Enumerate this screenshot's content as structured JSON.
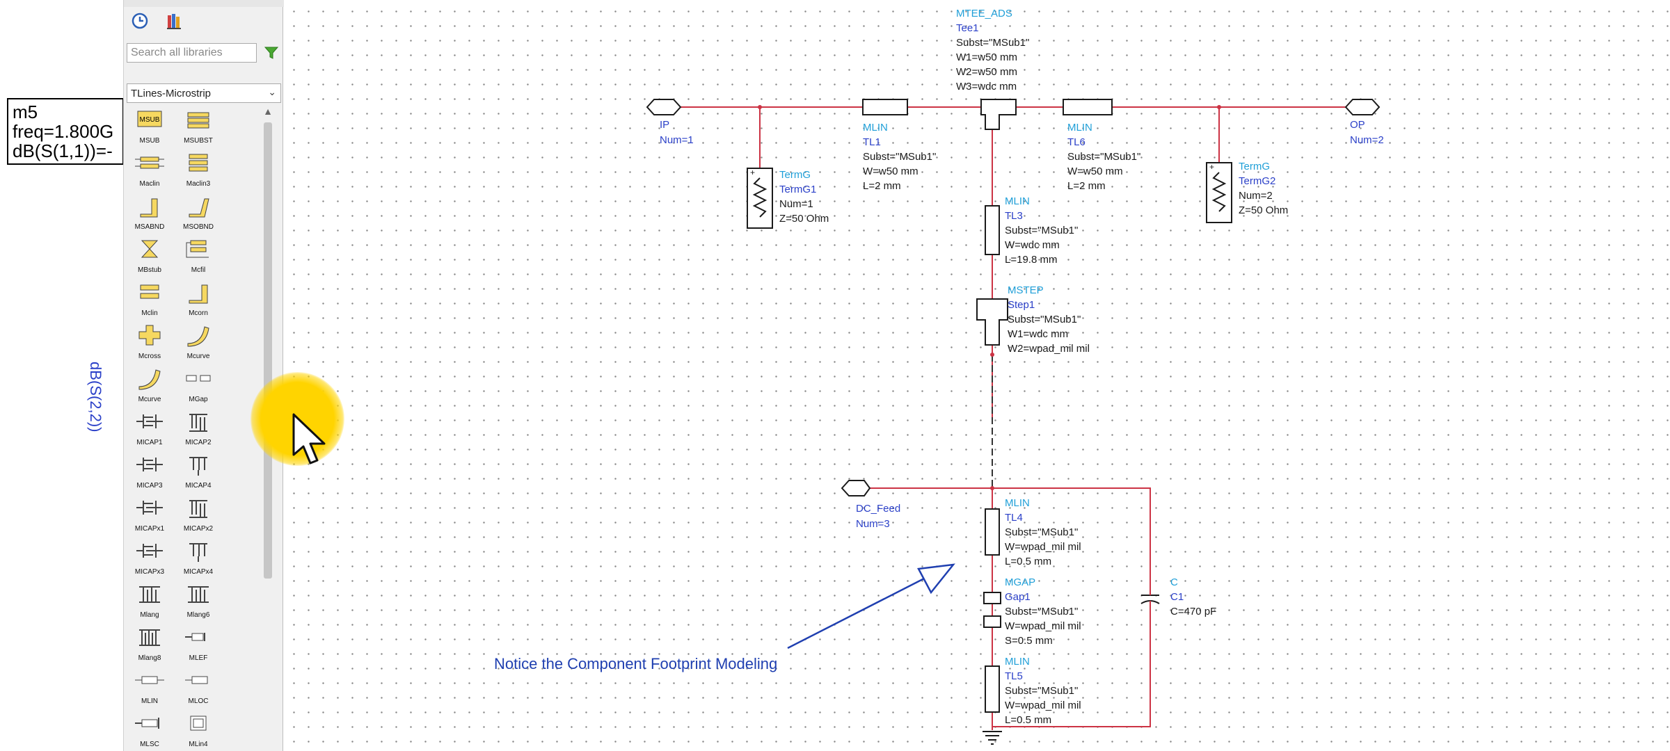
{
  "marker": {
    "lines": [
      "m5",
      "freq=1.800G",
      "dB(S(1,1))=-"
    ]
  },
  "plot": {
    "ylabel": "dB(S(2,2))"
  },
  "palette": {
    "search_placeholder": "Search all libraries",
    "library": "TLines-Microstrip",
    "items": [
      "MSUB",
      "MSUBST",
      "Maclin",
      "Maclin3",
      "MSABND",
      "MSOBND",
      "MBstub",
      "Mcfil",
      "Mclin",
      "Mcorn",
      "Mcross",
      "Mcurve",
      "Mcurve",
      "MGap",
      "MICAP1",
      "MICAP2",
      "MICAP3",
      "MICAP4",
      "MICAPx1",
      "MICAPx2",
      "MICAPx3",
      "MICAPx4",
      "Mlang",
      "Mlang6",
      "Mlang8",
      "MLEF",
      "MLIN",
      "MLOC",
      "MLSC",
      "MLin4"
    ]
  },
  "schematic": {
    "tee": {
      "type": "MTEE_ADS",
      "inst": "Tee1",
      "subst": "Subst=\"MSub1\"",
      "w1": "W1=w50 mm",
      "w2": "W2=w50 mm",
      "w3": "W3=wdc mm"
    },
    "ip": {
      "name": "IP",
      "num": "Num=1"
    },
    "op": {
      "name": "OP",
      "num": "Num=2"
    },
    "tl1": {
      "type": "MLIN",
      "inst": "TL1",
      "subst": "Subst=\"MSub1\"",
      "w": "W=w50 mm",
      "l": "L=2 mm"
    },
    "tl6": {
      "type": "MLIN",
      "inst": "TL6",
      "subst": "Subst=\"MSub1\"",
      "w": "W=w50 mm",
      "l": "L=2 mm"
    },
    "termg1": {
      "type": "TermG",
      "inst": "TermG1",
      "num": "Num=1",
      "z": "Z=50 Ohm"
    },
    "termg2": {
      "type": "TermG",
      "inst": "TermG2",
      "num": "Num=2",
      "z": "Z=50 Ohm"
    },
    "tl3": {
      "type": "MLIN",
      "inst": "TL3",
      "subst": "Subst=\"MSub1\"",
      "w": "W=wdc mm",
      "l": "L=19.8 mm"
    },
    "step": {
      "type": "MSTEP",
      "inst": "Step1",
      "subst": "Subst=\"MSub1\"",
      "w1": "W1=wdc mm",
      "w2": "W2=wpad_mil mil"
    },
    "dcfeed": {
      "name": "DC_Feed",
      "num": "Num=3"
    },
    "tl4": {
      "type": "MLIN",
      "inst": "TL4",
      "subst": "Subst=\"MSub1\"",
      "w": "W=wpad_mil mil",
      "l": "L=0.5 mm"
    },
    "gap": {
      "type": "MGAP",
      "inst": "Gap1",
      "subst": "Subst=\"MSub1\"",
      "w": "W=wpad_mil mil",
      "s": "S=0.5 mm"
    },
    "cap": {
      "type": "C",
      "inst": "C1",
      "c": "C=470 pF"
    },
    "tl5": {
      "type": "MLIN",
      "inst": "TL5",
      "subst": "Subst=\"MSub1\"",
      "w": "W=wpad_mil mil",
      "l": "L=0.5 mm"
    },
    "note": "Notice the Component Footprint Modeling"
  }
}
